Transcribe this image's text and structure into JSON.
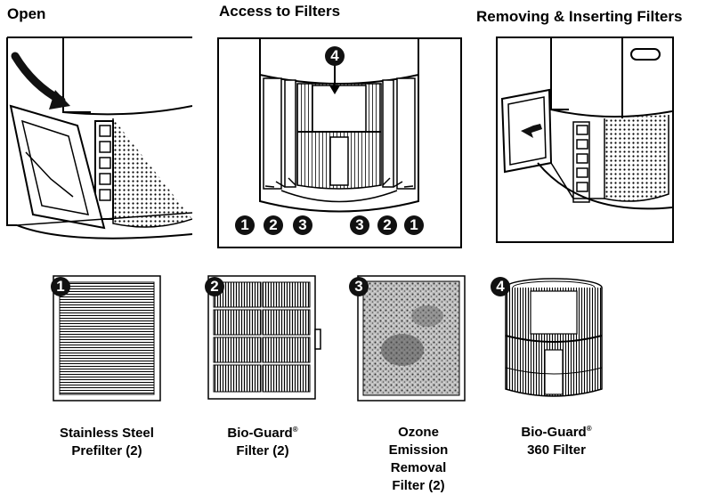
{
  "headings": {
    "open": "Open",
    "access": "Access to Filters",
    "removing": "Removing & Inserting Filters"
  },
  "access_labels": {
    "top": "4",
    "left": [
      "1",
      "2",
      "3"
    ],
    "right": [
      "3",
      "2",
      "1"
    ]
  },
  "filters": [
    {
      "badge": "1",
      "name_line1": "Stainless Steel",
      "name_line2": "Prefilter (2)",
      "trademark": ""
    },
    {
      "badge": "2",
      "name_line1": "Bio-Guard",
      "name_line2": "Filter (2)",
      "trademark": "®"
    },
    {
      "badge": "3",
      "name_line1": "Ozone",
      "name_line2": "Emission",
      "name_line3": "Removal",
      "name_line4": "Filter (2)",
      "trademark": ""
    },
    {
      "badge": "4",
      "name_line1": "Bio-Guard",
      "name_line2": "360 Filter",
      "trademark": "®"
    }
  ]
}
